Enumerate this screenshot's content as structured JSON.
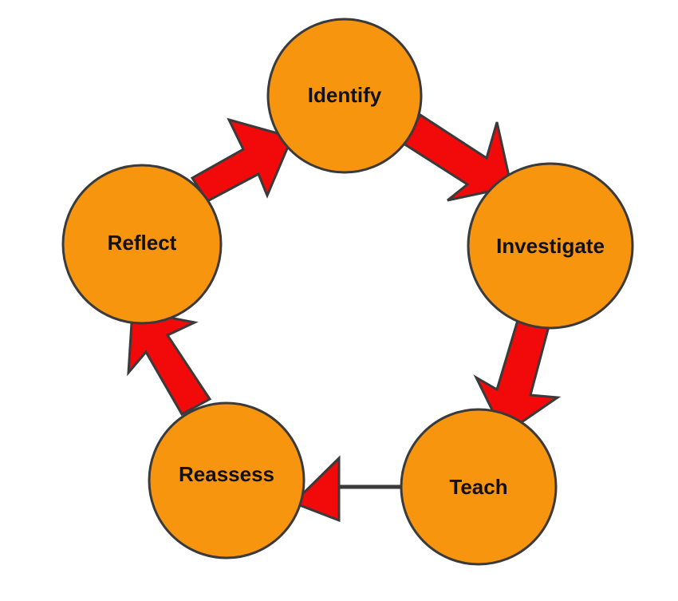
{
  "diagram": {
    "type": "cycle",
    "steps": [
      {
        "id": "identify",
        "label": "Identify"
      },
      {
        "id": "investigate",
        "label": "Investigate"
      },
      {
        "id": "teach",
        "label": "Teach"
      },
      {
        "id": "reassess",
        "label": "Reassess"
      },
      {
        "id": "reflect",
        "label": "Reflect"
      }
    ],
    "arrows": [
      {
        "from": "identify",
        "to": "investigate"
      },
      {
        "from": "investigate",
        "to": "teach"
      },
      {
        "from": "teach",
        "to": "reassess"
      },
      {
        "from": "reassess",
        "to": "reflect"
      },
      {
        "from": "reflect",
        "to": "identify"
      }
    ],
    "colors": {
      "node_fill": "#F7950F",
      "arrow_fill": "#F20A0A",
      "outline": "#3A3A3A",
      "text": "#111111"
    }
  }
}
